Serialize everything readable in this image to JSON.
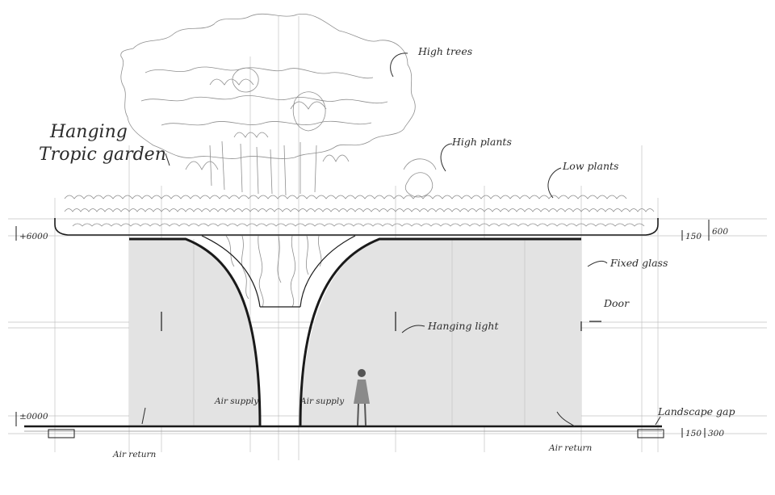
{
  "labels": {
    "hanging_garden_1": "Hanging",
    "hanging_garden_2": "Tropic garden",
    "high_trees": "High trees",
    "high_plants": "High plants",
    "low_plants": "Low plants",
    "fixed_glass": "Fixed glass",
    "door": "Door",
    "hanging_light": "Hanging light",
    "air_supply_left": "Air supply",
    "air_supply_right": "Air supply",
    "air_return_left": "Air return",
    "air_return_right": "Air return",
    "landscape_gap": "Landscape gap"
  },
  "levels": {
    "roof_left": "+6000",
    "floor_left": "±0000",
    "roof_right_a": "150",
    "roof_right_b": "600",
    "floor_right_a": "150",
    "floor_right_b": "300"
  },
  "colors": {
    "ink": "#1a1a1a",
    "pencil": "#8e8e8e",
    "glass_fill": "#e3e3e3"
  }
}
